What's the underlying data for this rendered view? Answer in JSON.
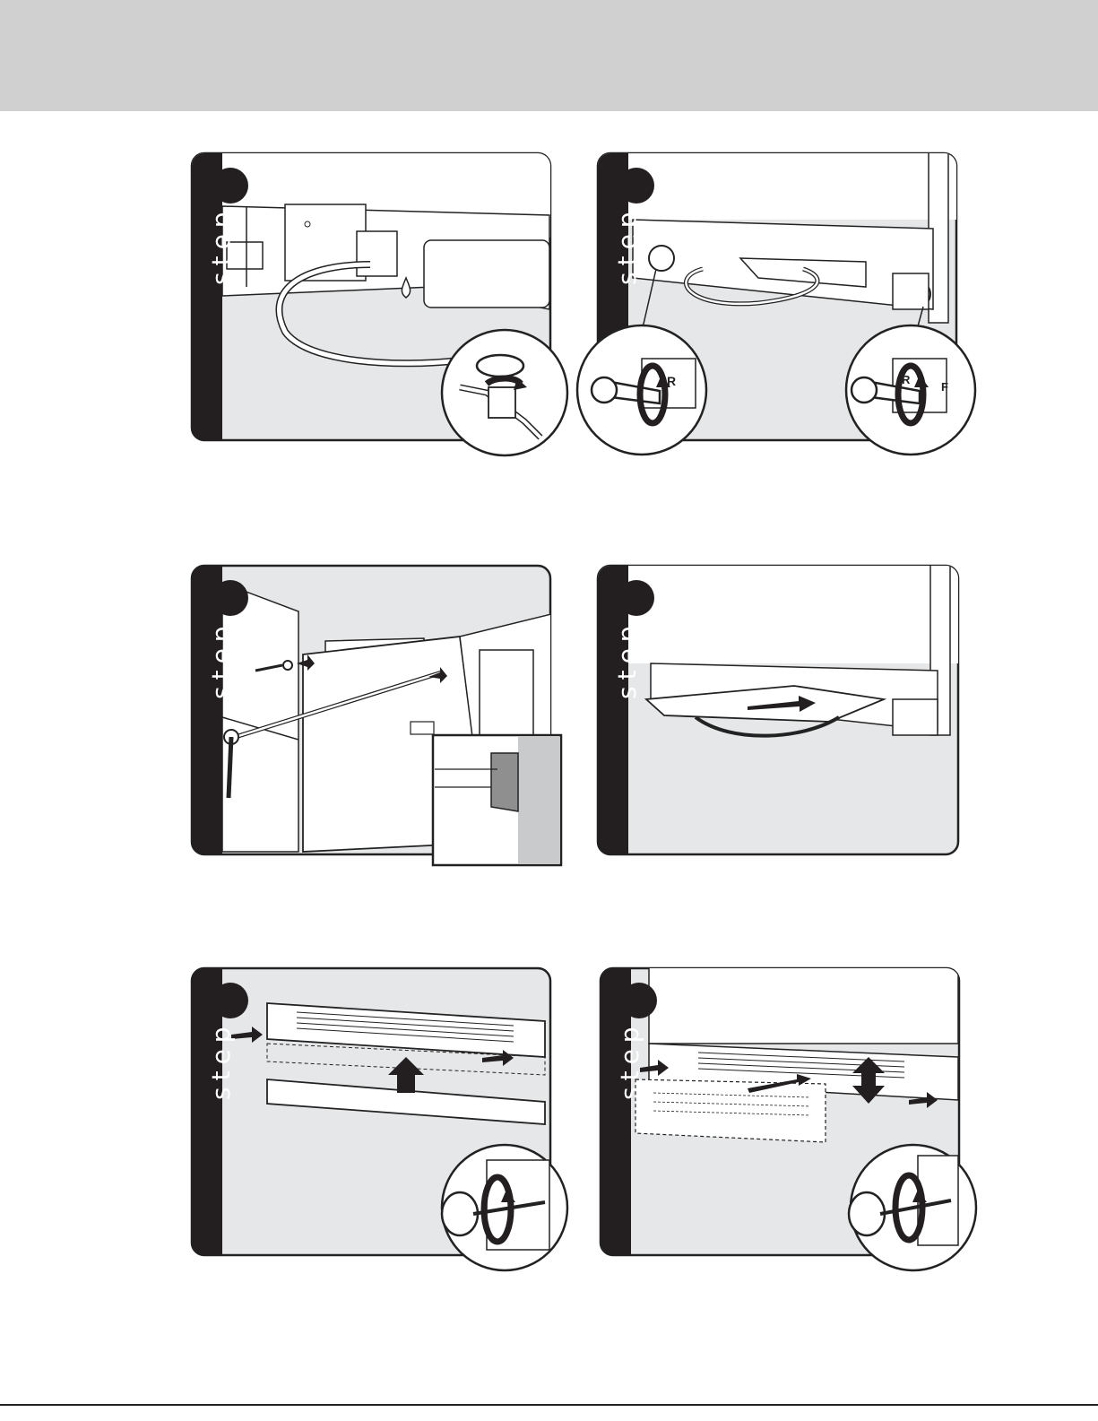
{
  "panels": [
    {
      "step_label": "step",
      "letters": []
    },
    {
      "step_label": "step",
      "letters": [
        "R",
        "R",
        "F"
      ]
    },
    {
      "step_label": "step",
      "letters": []
    },
    {
      "step_label": "step",
      "letters": []
    },
    {
      "step_label": "step",
      "letters": []
    },
    {
      "step_label": "step",
      "letters": []
    }
  ],
  "colors": {
    "header_band": "#d0d0d0",
    "panel_bg": "#e6e7e8",
    "step_bar": "#231f20",
    "line": "#222222"
  }
}
